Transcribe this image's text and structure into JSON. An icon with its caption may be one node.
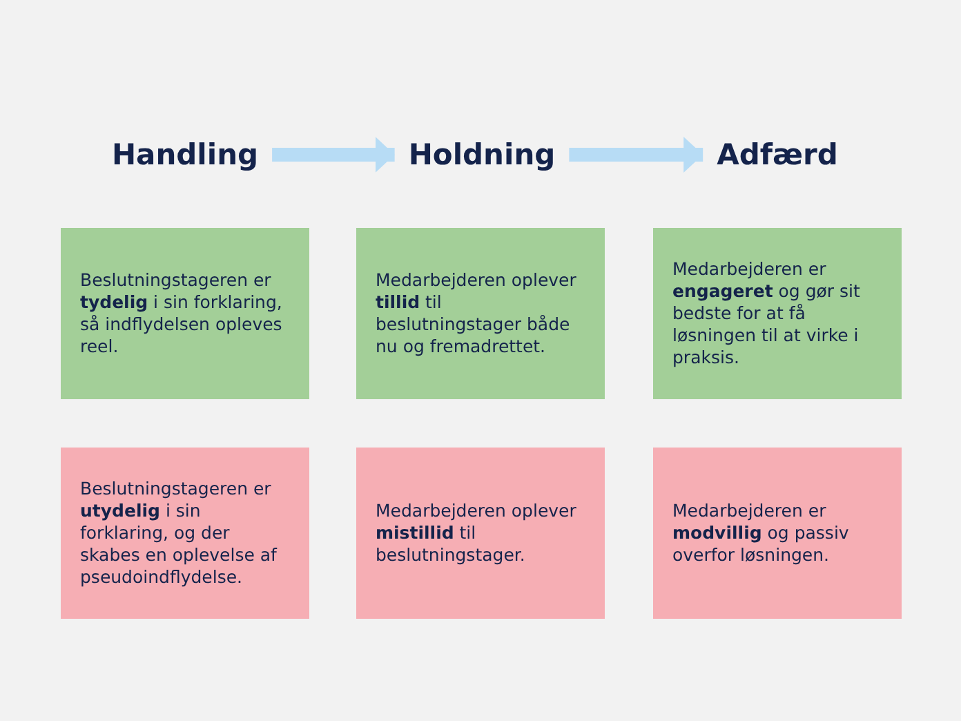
{
  "diagram": {
    "nodes": [
      {
        "text": [
          "Handling"
        ]
      },
      {
        "text": [
          "Holdning"
        ]
      },
      {
        "text": [
          "Adfærd"
        ]
      },
      {
        "text": [
          "Beslutningstageren er **tydelig** i sin forklaring, så indflydelsen opleves reel."
        ]
      },
      {
        "text": [
          "Medarbejderen oplever **tillid** til beslutningstager både nu og fremadrettet."
        ]
      },
      {
        "text": [
          "Medarbejderen er **engageret** og gør sit bedste for at få løsningen til at virke i praksis."
        ]
      },
      {
        "text": [
          "Beslutningstageren er **utydelig** i sin forklaring, og der skabes en oplevelse af pseudoindflydelse."
        ]
      },
      {
        "text": [
          "Medarbejderen oplever **mistillid** til beslutningstager."
        ]
      },
      {
        "text": [
          "Medarbejderen er **modvillig** og passiv overfor løsningen."
        ]
      }
    ],
    "edges": [
      {
        "from": 0,
        "to": 1,
        "arrow": "to"
      },
      {
        "from": 1,
        "to": 2,
        "arrow": "to"
      }
    ]
  }
}
